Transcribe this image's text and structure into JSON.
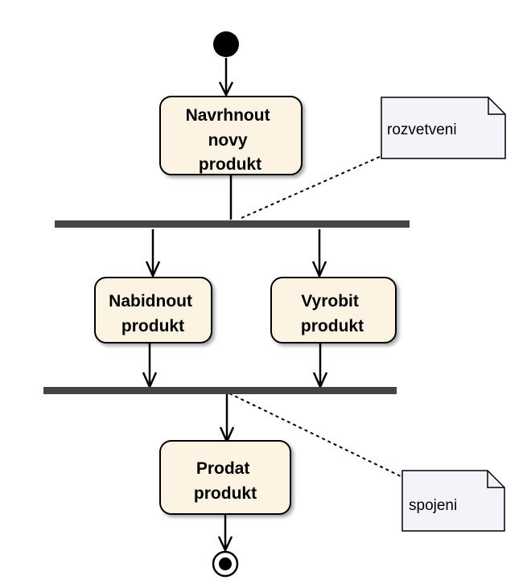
{
  "colors": {
    "activity_fill": "#fdf3e3",
    "note_fill": "#f6f2fa",
    "bar": "#444444",
    "line": "#000000"
  },
  "activities": {
    "design": {
      "lines": [
        "Navrhnout",
        "novy",
        "produkt"
      ]
    },
    "offer": {
      "lines": [
        "Nabidnout",
        "produkt"
      ]
    },
    "produce": {
      "lines": [
        "Vyrobit",
        "produkt"
      ]
    },
    "sell": {
      "lines": [
        "Prodat",
        "produkt"
      ]
    }
  },
  "notes": {
    "fork": {
      "text": "rozvetveni"
    },
    "join": {
      "text": "spojeni"
    }
  }
}
